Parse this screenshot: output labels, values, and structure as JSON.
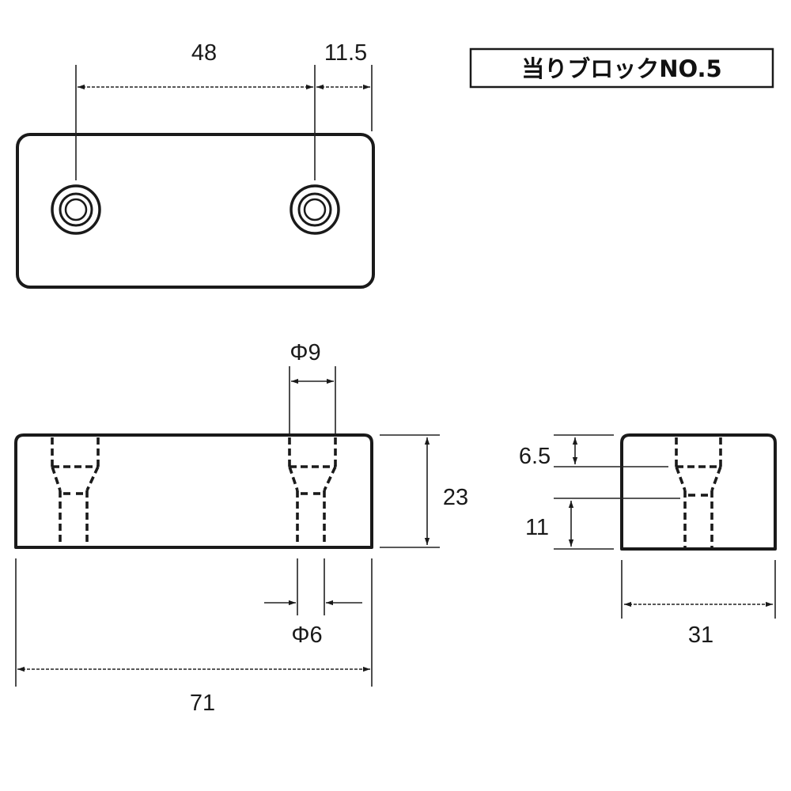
{
  "title": "当りブロックNO.5",
  "dimensions": {
    "hole_pitch": "48",
    "hole_edge_offset": "11.5",
    "counterbore_diameter": "Φ9",
    "hole_diameter": "Φ6",
    "height": "23",
    "length": "71",
    "counterbore_depth": "6.5",
    "hole_depth": "11",
    "width": "31"
  }
}
